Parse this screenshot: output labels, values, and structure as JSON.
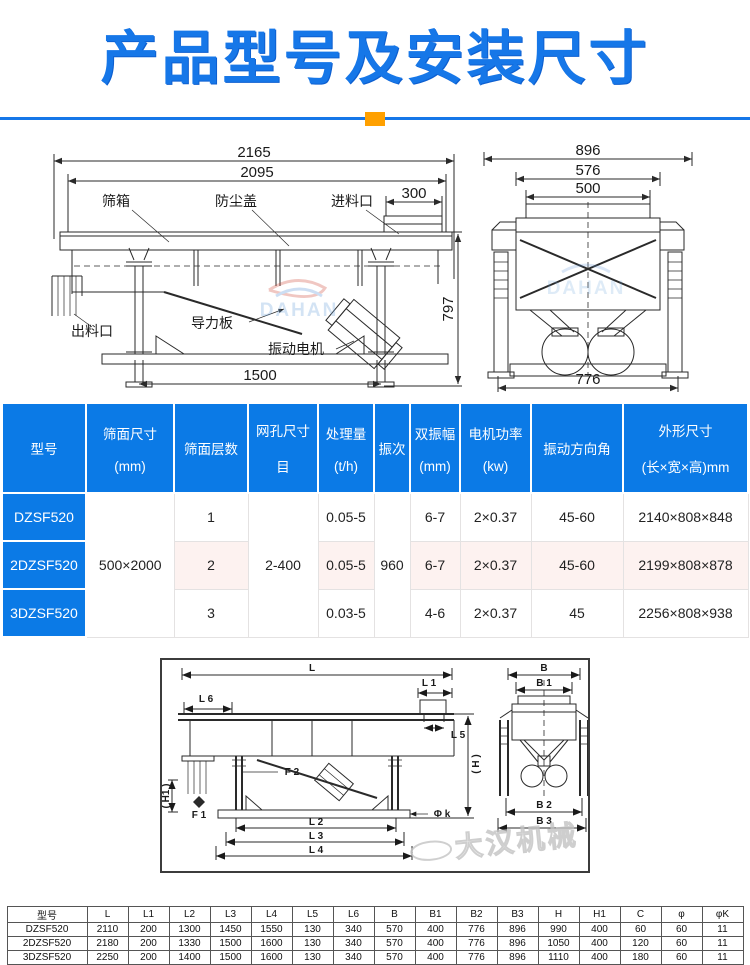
{
  "title": "产品型号及安装尺寸",
  "colors": {
    "title_blue": "#1677e8",
    "divider_blue": "#1677e8",
    "accent_orange": "#ffa000",
    "table_header_blue": "#0b7ae6",
    "row_tint_pink": "#fdf2f0"
  },
  "top_drawing": {
    "side": {
      "dim_total": "2165",
      "dim_deck": "2095",
      "dim_inlet": "300",
      "dim_height": "797",
      "dim_base": "1500",
      "label_screen_box": "筛箱",
      "label_dust_cover": "防尘盖",
      "label_inlet": "进料口",
      "label_guide_plate": "导力板",
      "label_outlet": "出料口",
      "label_motor": "振动电机",
      "watermark": "DAHAN"
    },
    "end": {
      "dim_total": "896",
      "dim_body": "576",
      "dim_cover": "500",
      "dim_base": "776"
    }
  },
  "spec_table": {
    "columns": [
      {
        "l1": "型号",
        "l2": ""
      },
      {
        "l1": "筛面尺寸",
        "l2": "(mm)"
      },
      {
        "l1": "筛面层数",
        "l2": ""
      },
      {
        "l1": "网孔尺寸",
        "l2": "目"
      },
      {
        "l1": "处理量",
        "l2": "(t/h)"
      },
      {
        "l1": "振次",
        "l2": ""
      },
      {
        "l1": "双振幅",
        "l2": "(mm)"
      },
      {
        "l1": "电机功率",
        "l2": "(kw)"
      },
      {
        "l1": "振动方向角",
        "l2": ""
      },
      {
        "l1": "外形尺寸",
        "l2": "(长×宽×高)mm"
      }
    ],
    "merged": {
      "screen_size": "500×2000",
      "mesh": "2-400",
      "frequency": "960"
    },
    "rows": [
      {
        "model": "DZSF520",
        "layers": "1",
        "capacity": "0.05-5",
        "amplitude": "6-7",
        "power": "2×0.37",
        "angle": "45-60",
        "dimensions": "2140×808×848"
      },
      {
        "model": "2DZSF520",
        "layers": "2",
        "capacity": "0.05-5",
        "amplitude": "6-7",
        "power": "2×0.37",
        "angle": "45-60",
        "dimensions": "2199×808×878"
      },
      {
        "model": "3DZSF520",
        "layers": "3",
        "capacity": "0.03-5",
        "amplitude": "4-6",
        "power": "2×0.37",
        "angle": "45",
        "dimensions": "2256×808×938"
      }
    ]
  },
  "install_drawing": {
    "l": "L",
    "l1": "L 1",
    "l2": "L 2",
    "l3": "L 3",
    "l4": "L 4",
    "l5": "L 5",
    "l6": "L 6",
    "f1": "F 1",
    "f2": "F 2",
    "h": "( H )",
    "h1": "( H1 )",
    "phik": "Φ k",
    "b": "B",
    "b1": "B 1",
    "b2": "B 2",
    "b3": "B 3",
    "watermark": "大汉机械"
  },
  "dim_table": {
    "headers": [
      "型号",
      "L",
      "L1",
      "L2",
      "L3",
      "L4",
      "L5",
      "L6",
      "B",
      "B1",
      "B2",
      "B3",
      "H",
      "H1",
      "C",
      "φ",
      "φK"
    ],
    "rows": [
      [
        "DZSF520",
        "2110",
        "200",
        "1300",
        "1450",
        "1550",
        "130",
        "340",
        "570",
        "400",
        "776",
        "896",
        "990",
        "400",
        "60",
        "60",
        "11"
      ],
      [
        "2DZSF520",
        "2180",
        "200",
        "1330",
        "1500",
        "1600",
        "130",
        "340",
        "570",
        "400",
        "776",
        "896",
        "1050",
        "400",
        "120",
        "60",
        "11"
      ],
      [
        "3DZSF520",
        "2250",
        "200",
        "1400",
        "1500",
        "1600",
        "130",
        "340",
        "570",
        "400",
        "776",
        "896",
        "1110",
        "400",
        "180",
        "60",
        "11"
      ]
    ]
  }
}
